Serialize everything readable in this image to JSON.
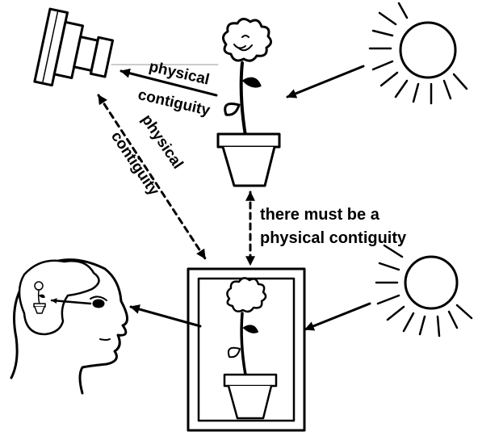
{
  "labels": {
    "camera_link_line1": "physical",
    "camera_link_line2": "contiguity",
    "diag_link_line1": "physical",
    "diag_link_line2": "contiguity",
    "center_line1": "there must be a",
    "center_line2": "physical contiguity"
  },
  "icons": [
    "camera-icon",
    "potted-flower-icon",
    "sun-icon",
    "framed-picture-icon",
    "human-head-icon"
  ],
  "colors": {
    "ink": "#000000",
    "background": "#ffffff"
  }
}
